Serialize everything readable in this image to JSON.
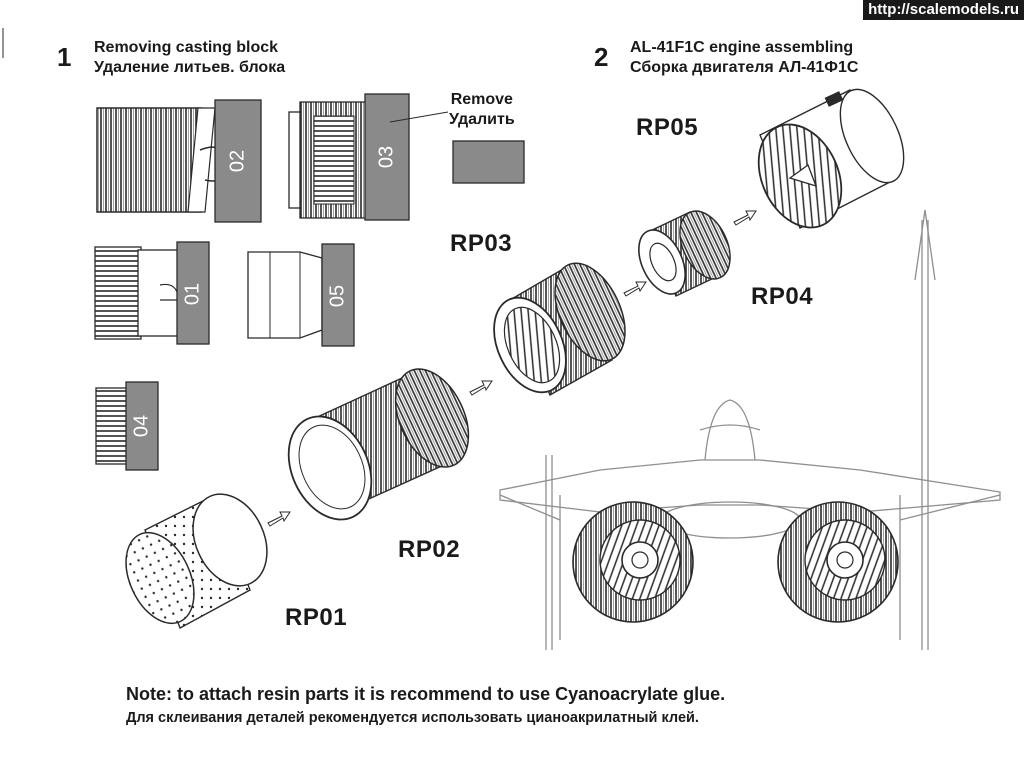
{
  "watermark": "http://scalemodels.ru",
  "step1": {
    "number": "1",
    "title_en": "Removing casting block",
    "title_ru": "Удаление литьев. блока"
  },
  "step2": {
    "number": "2",
    "title_en": "AL-41F1C engine assembling",
    "title_ru": "Сборка двигателя АЛ-41Ф1С"
  },
  "remove": {
    "label_en": "Remove",
    "label_ru": "Удалить"
  },
  "blocks": [
    "02",
    "03",
    "01",
    "05",
    "04"
  ],
  "parts": [
    "RP01",
    "RP02",
    "RP03",
    "RP04",
    "RP05"
  ],
  "note": {
    "en": "Note: to attach resin parts it is recommend to use Cyanoacrylate glue.",
    "ru": "Для склеивания деталей рекомендуется использовать цианоакрилатный клей."
  },
  "colors": {
    "block_fill": "#8a8a8a",
    "line": "#2a2a2a",
    "aircraft_line": "#9a9a9a",
    "background": "#ffffff"
  }
}
